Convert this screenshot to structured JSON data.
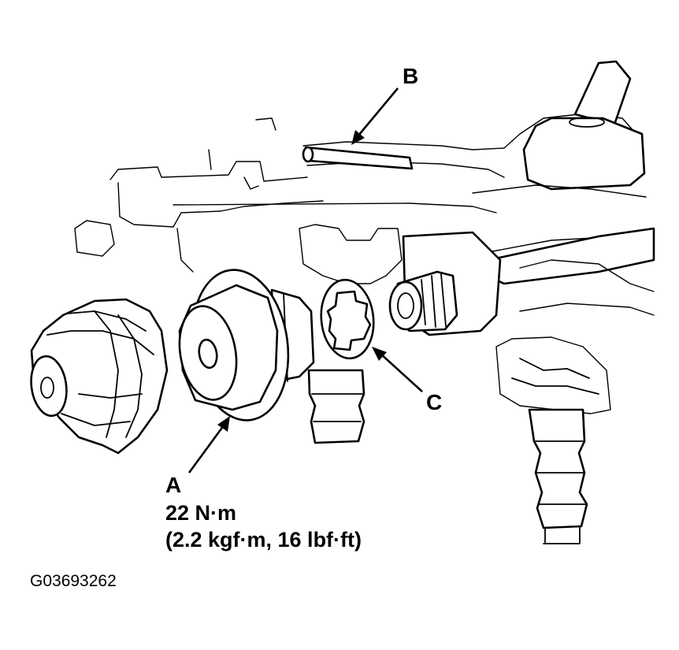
{
  "callouts": {
    "a": "A",
    "b": "B",
    "c": "C"
  },
  "torque": {
    "metric": "22 N·m",
    "alternate": "(2.2 kgf·m, 16 lbf·ft)"
  },
  "figure_id": "G03693262",
  "colors": {
    "line": "#000000",
    "background": "#ffffff"
  }
}
